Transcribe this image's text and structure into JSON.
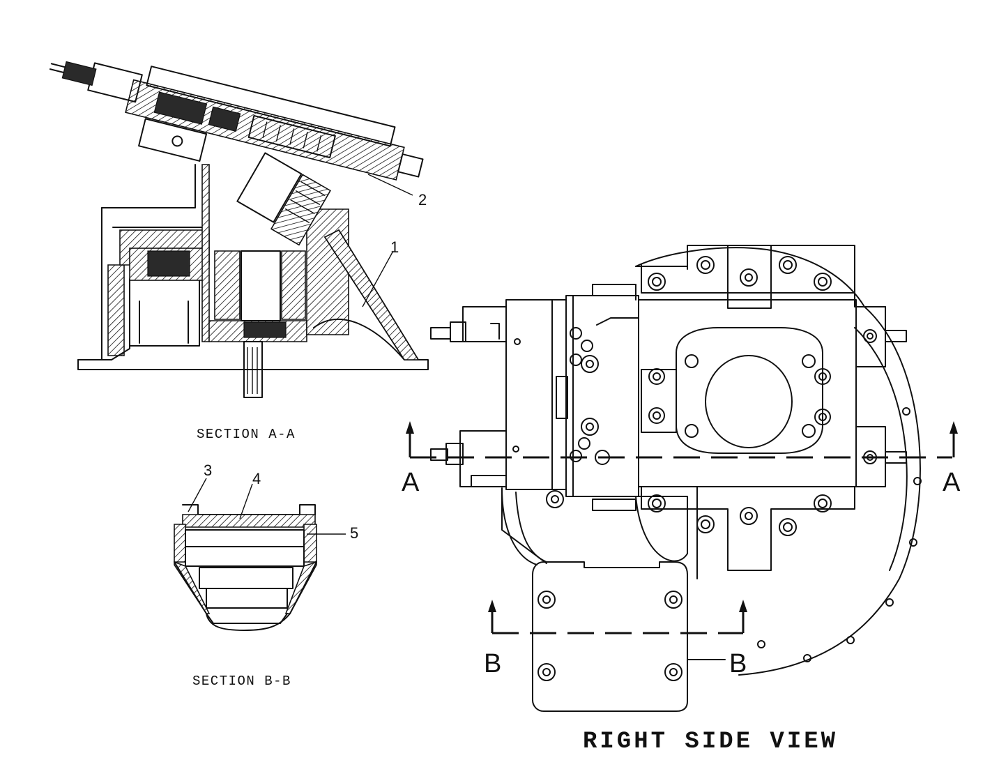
{
  "section_a_a": {
    "caption": "SECTION A-A",
    "callouts": [
      "1",
      "2"
    ]
  },
  "section_b_b": {
    "caption": "SECTION B-B",
    "callouts": [
      "3",
      "4",
      "5"
    ]
  },
  "right_side_view": {
    "caption": "RIGHT SIDE VIEW",
    "cut_a_left": "A",
    "cut_a_right": "A",
    "cut_b_left": "B",
    "cut_b_right": "B"
  }
}
